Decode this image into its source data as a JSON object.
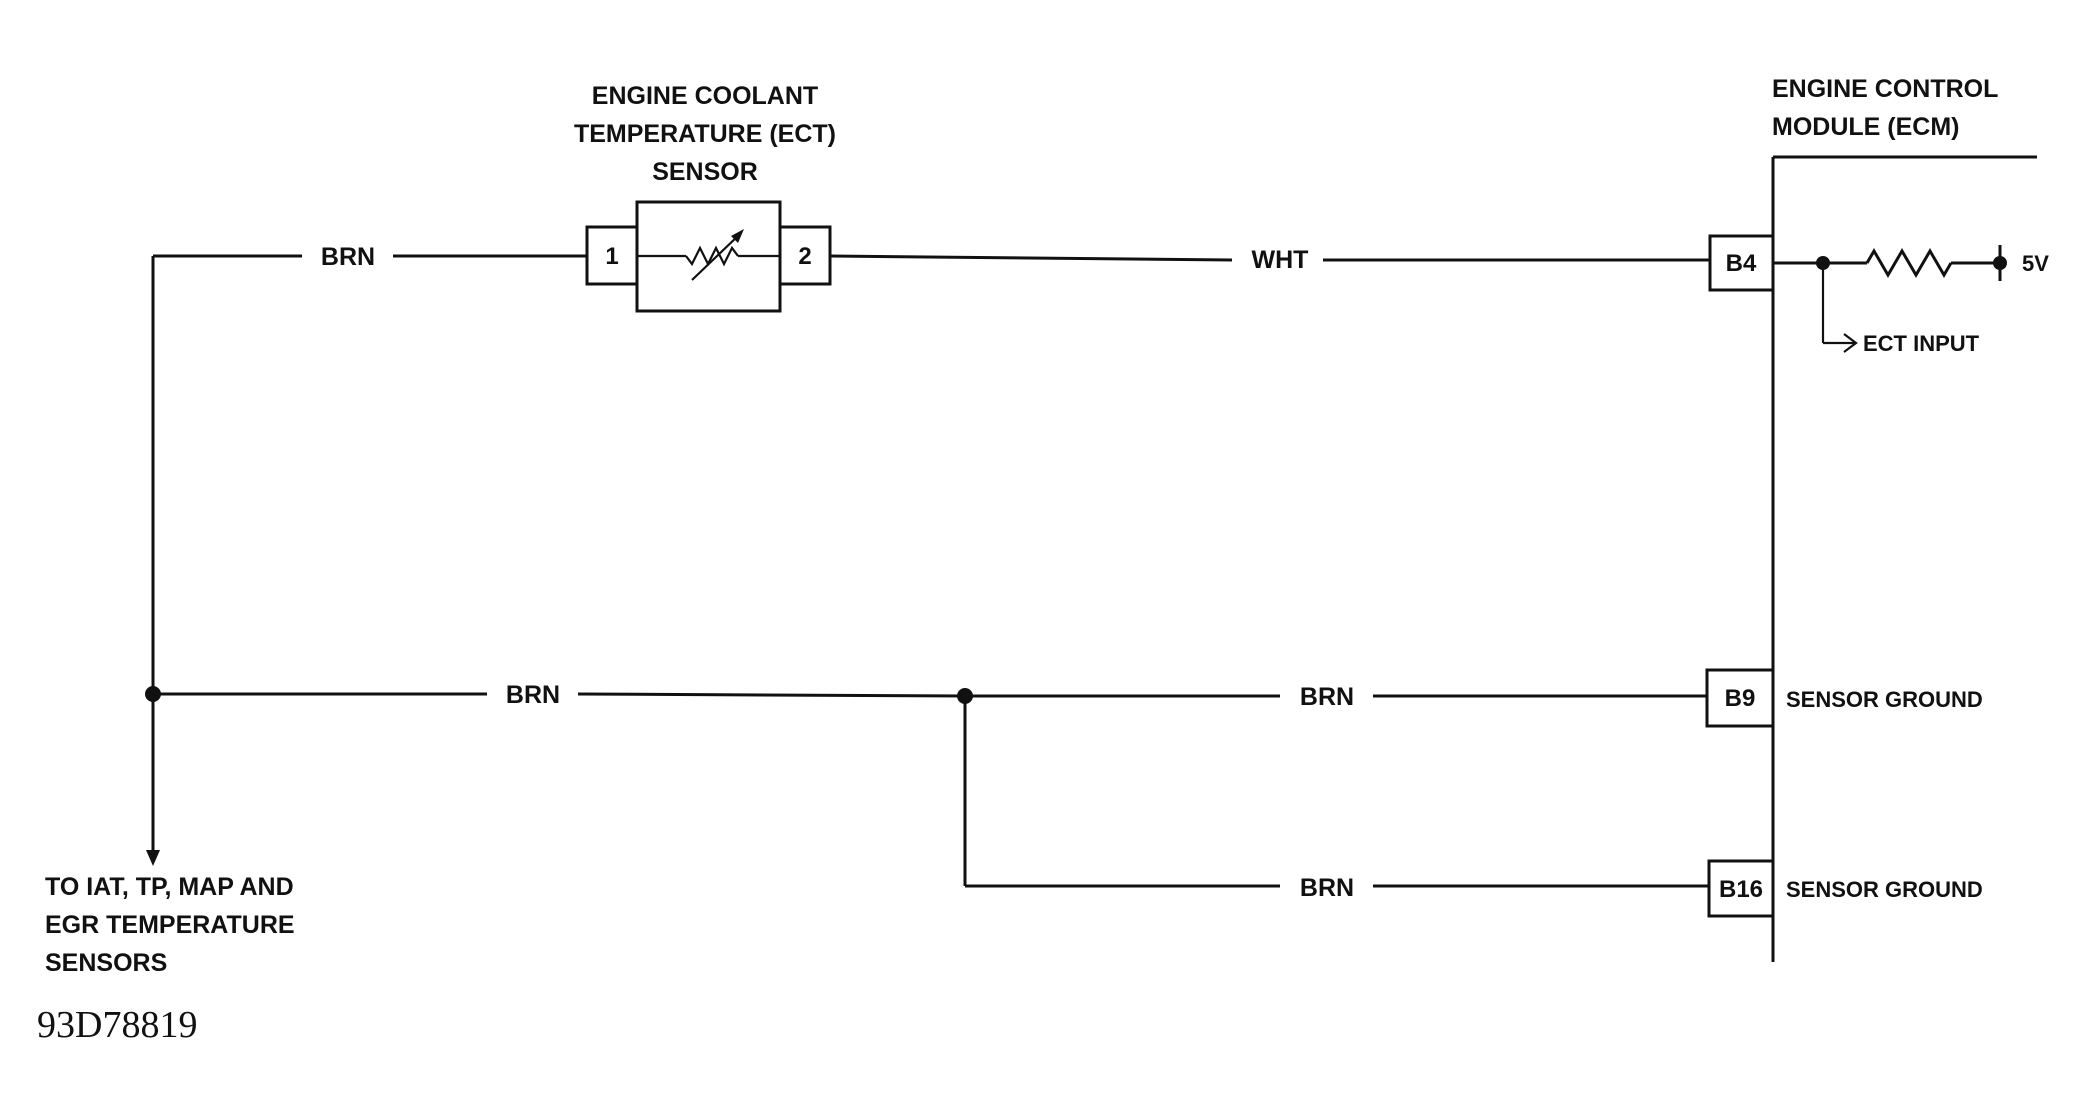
{
  "sensor": {
    "title_lines": [
      "ENGINE COOLANT",
      "TEMPERATURE (ECT)",
      "SENSOR"
    ],
    "pin_left": "1",
    "pin_right": "2"
  },
  "ecm": {
    "title_lines": [
      "ENGINE CONTROL",
      "MODULE (ECM)"
    ],
    "pin_b4": "B4",
    "pin_b9": "B9",
    "pin_b16": "B16",
    "b9_label": "SENSOR GROUND",
    "b16_label": "SENSOR GROUND",
    "ect_input": "ECT INPUT",
    "reference_voltage": "5V"
  },
  "wires": {
    "top_left": "BRN",
    "top_right": "WHT",
    "mid_left": "BRN",
    "mid_right": "BRN",
    "bottom": "BRN"
  },
  "note_lines": [
    "TO IAT, TP, MAP AND",
    "EGR TEMPERATURE",
    "SENSORS"
  ],
  "figure_code": "93D78819"
}
